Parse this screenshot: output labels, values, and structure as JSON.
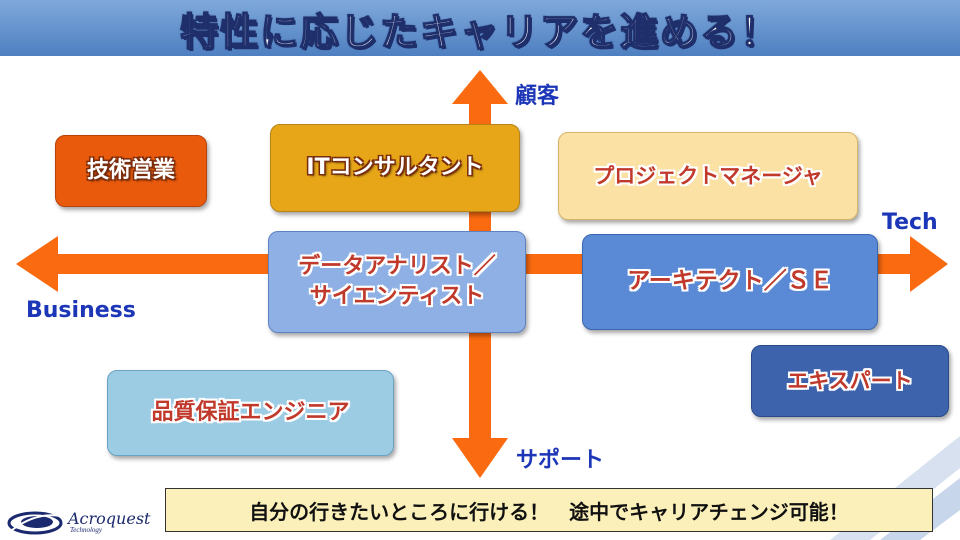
{
  "title": "特性に応じたキャリアを進める！",
  "axes": {
    "top": "顧客",
    "bottom": "サポート",
    "left": "Business",
    "right": "Tech"
  },
  "roles": [
    {
      "label": "技術営業"
    },
    {
      "label": "ITコンサルタント"
    },
    {
      "label": "プロジェクトマネージャ"
    },
    {
      "label": "データアナリスト／\nサイエンティスト"
    },
    {
      "label": "アーキテクト／ＳＥ"
    },
    {
      "label": "エキスパート"
    },
    {
      "label": "品質保証エンジニア"
    }
  ],
  "footer": "自分の行きたいところに行ける！　途中でキャリアチェンジ可能！",
  "logo": {
    "name": "Acroquest",
    "sub": "Technology"
  },
  "colors": {
    "arrow": "#fa6a10",
    "banner": "#5a8ac8",
    "axis_text": "#1c36b8",
    "footer_bg": "#fbf0b9"
  }
}
